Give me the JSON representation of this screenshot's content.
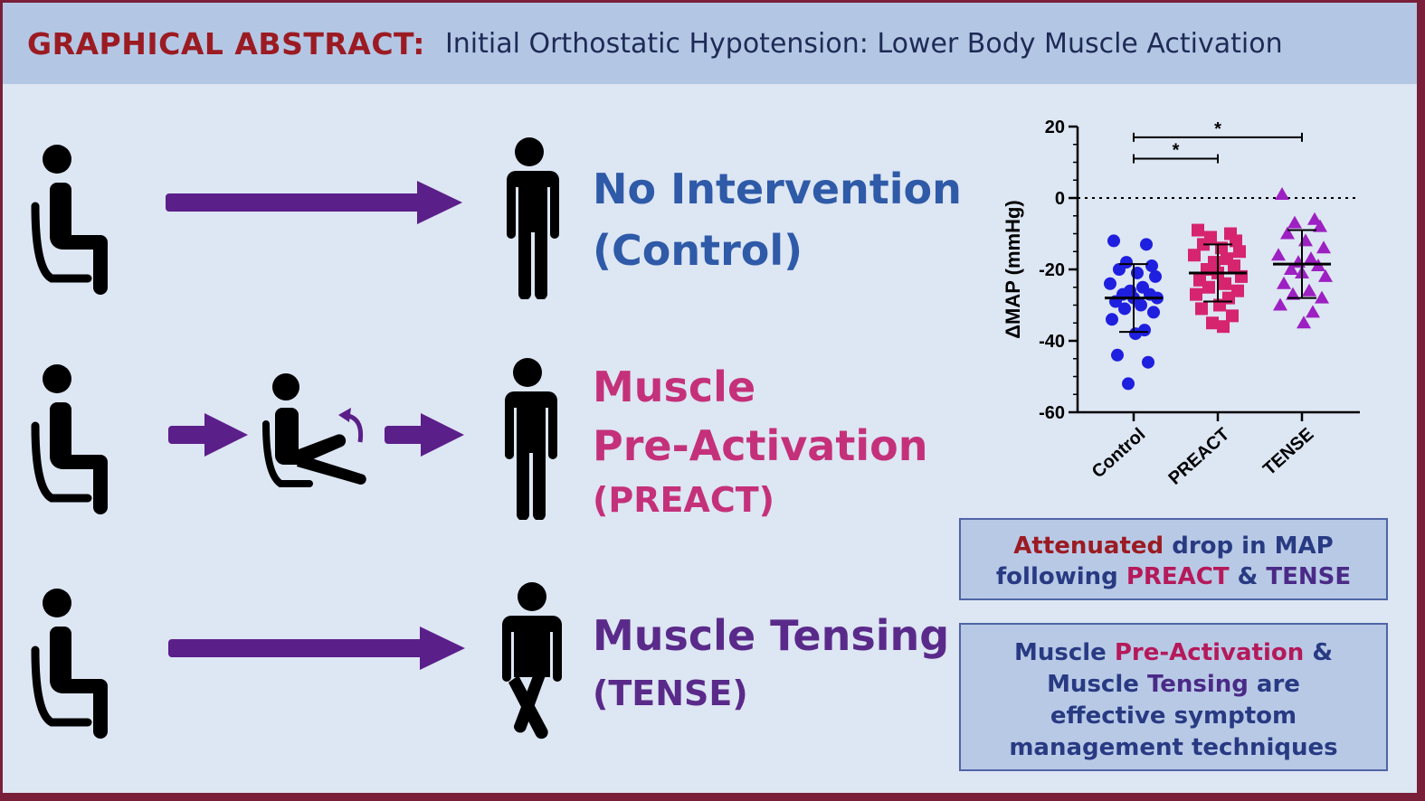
{
  "header": {
    "tag": "GRAPHICAL ABSTRACT:",
    "title": "Initial Orthostatic Hypotension: Lower Body Muscle Activation"
  },
  "rows": [
    {
      "line1": "No Intervention",
      "line2": "(Control)"
    },
    {
      "line1": "Muscle",
      "line2": "Pre-Activation",
      "line3": "(PREACT)"
    },
    {
      "line1": "Muscle Tensing",
      "line2": "(TENSE)"
    }
  ],
  "box1": {
    "l1a": "Attenuated",
    "l1b": " drop in MAP",
    "l2a": "following ",
    "l2b": "PREACT",
    "l2c": " & ",
    "l2d": "TENSE"
  },
  "box2": {
    "l1a": "Muscle ",
    "l1b": "Pre-Activation",
    "l1c": " &",
    "l2a": "Muscle ",
    "l2b": "Tensing",
    "l2c": " are",
    "l3": "effective symptom",
    "l4": "management techniques"
  },
  "colors": {
    "arrow": "#5b1f8a",
    "control_points": "#1f1fe0",
    "preact_points": "#d6246e",
    "tense_points": "#9d20c2",
    "title_red": "#9b1b22"
  },
  "chart_data": {
    "type": "scatter",
    "ylabel": "ΔMAP (mmHg)",
    "ylim": [
      -60,
      20
    ],
    "yticks": [
      20,
      0,
      -20,
      -40,
      -60
    ],
    "reference_line": 0,
    "categories": [
      "Control",
      "PREACT",
      "TENSE"
    ],
    "series": [
      {
        "name": "Control",
        "marker": "circle",
        "values": [
          -12,
          -13,
          -18,
          -19,
          -20,
          -21,
          -22,
          -24,
          -25,
          -26,
          -27,
          -27,
          -28,
          -28,
          -29,
          -30,
          -31,
          -32,
          -34,
          -37,
          -38,
          -44,
          -46,
          -52
        ],
        "mean": -28,
        "sd": 9.5
      },
      {
        "name": "PREACT",
        "marker": "square",
        "values": [
          -9,
          -10,
          -11,
          -12,
          -13,
          -14,
          -15,
          -16,
          -17,
          -18,
          -19,
          -20,
          -21,
          -22,
          -23,
          -24,
          -25,
          -26,
          -27,
          -28,
          -30,
          -31,
          -33,
          -35,
          -36
        ],
        "mean": -21,
        "sd": 8
      },
      {
        "name": "TENSE",
        "marker": "triangle",
        "values": [
          1,
          -6,
          -7,
          -8,
          -10,
          -12,
          -14,
          -16,
          -17,
          -18,
          -19,
          -20,
          -21,
          -22,
          -24,
          -26,
          -27,
          -28,
          -30,
          -32,
          -35
        ],
        "mean": -18.5,
        "sd": 9.5
      }
    ],
    "significance": [
      {
        "from": "Control",
        "to": "PREACT",
        "label": "*"
      },
      {
        "from": "Control",
        "to": "TENSE",
        "label": "*"
      }
    ]
  }
}
